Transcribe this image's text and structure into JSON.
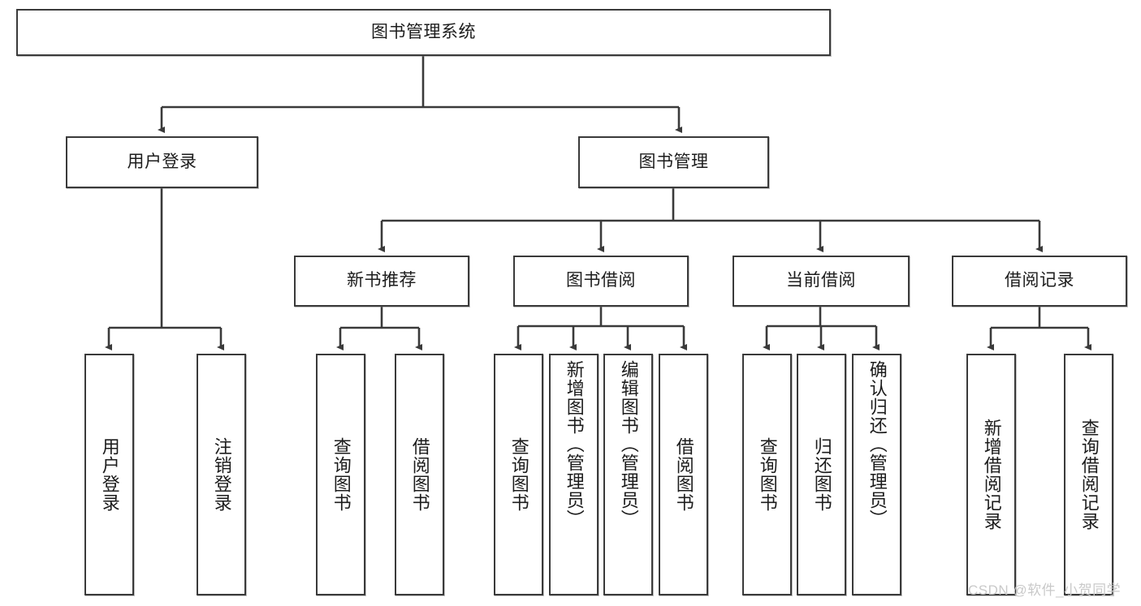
{
  "diagram": {
    "title_node": {
      "label": "图书管理系统"
    },
    "level2": [
      {
        "label": "用户登录"
      },
      {
        "label": "图书管理"
      }
    ],
    "level3": [
      {
        "label": "新书推荐"
      },
      {
        "label": "图书借阅"
      },
      {
        "label": "当前借阅"
      },
      {
        "label": "借阅记录"
      }
    ],
    "leaves": {
      "user_login": [
        {
          "label": "用户登录"
        },
        {
          "label": "注销登录"
        }
      ],
      "new_book_recommend": [
        {
          "label": "查询图书"
        },
        {
          "label": "借阅图书"
        }
      ],
      "book_borrow": [
        {
          "label": "查询图书"
        },
        {
          "label": "新增图书（管理员）"
        },
        {
          "label": "编辑图书（管理员）"
        },
        {
          "label": "借阅图书"
        }
      ],
      "current_borrow": [
        {
          "label": "查询图书"
        },
        {
          "label": "归还图书"
        },
        {
          "label": "确认归还（管理员）"
        }
      ],
      "borrow_records": [
        {
          "label": "新增借阅记录"
        },
        {
          "label": "查询借阅记录"
        }
      ]
    }
  },
  "watermark": {
    "text": "CSDN @软件_小贺同学"
  },
  "colors": {
    "stroke": "#3a3a3a",
    "fill": "#ffffff",
    "text": "#1c1c1c",
    "watermark": "#c9c9c9"
  }
}
